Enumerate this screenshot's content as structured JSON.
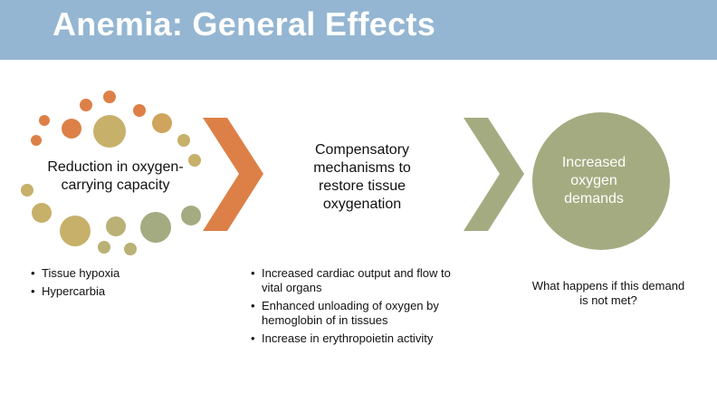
{
  "title": "Anemia: General Effects",
  "cycle": {
    "label": "Reduction in oxygen-carrying capacity"
  },
  "compensation": {
    "label": "Compensatory mechanisms to restore tissue oxygenation"
  },
  "demand": {
    "label": "Increased oxygen demands"
  },
  "left_bullets": [
    "Tissue hypoxia",
    "Hypercarbia"
  ],
  "middle_bullets": [
    "Increased cardiac output and flow to vital organs",
    "Enhanced unloading of oxygen by hemoglobin of in tissues",
    "Increase in erythropoietin activity"
  ],
  "question": "What happens if this demand is not met?",
  "colors": {
    "header_bg": "#94b6d2",
    "orange": "#dd8047",
    "gold": "#c7b06a",
    "olive": "#a5ab81",
    "circle": "#a5ab81"
  }
}
